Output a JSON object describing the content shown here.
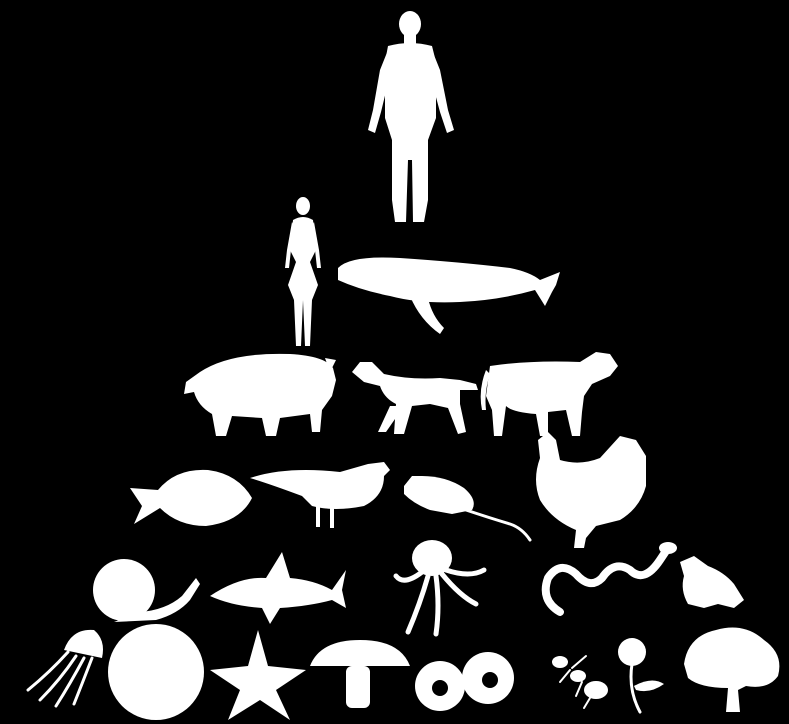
{
  "image": {
    "background": "#000000",
    "foreground": "#ffffff",
    "figures": [
      {
        "name": "human-man-silhouette",
        "tier": 1
      },
      {
        "name": "human-woman-silhouette",
        "tier": 2
      },
      {
        "name": "whale-silhouette",
        "tier": 2
      },
      {
        "name": "pig-silhouette",
        "tier": 3
      },
      {
        "name": "dog-silhouette",
        "tier": 3
      },
      {
        "name": "cow-silhouette",
        "tier": 3
      },
      {
        "name": "fish-silhouette",
        "tier": 4
      },
      {
        "name": "bird-silhouette",
        "tier": 4
      },
      {
        "name": "mouse-silhouette",
        "tier": 4
      },
      {
        "name": "chicken-silhouette",
        "tier": 4
      },
      {
        "name": "snail-silhouette",
        "tier": 5
      },
      {
        "name": "shark-silhouette",
        "tier": 5
      },
      {
        "name": "octopus-silhouette",
        "tier": 5
      },
      {
        "name": "snake-silhouette",
        "tier": 5
      },
      {
        "name": "frog-silhouette",
        "tier": 5
      },
      {
        "name": "jellyfish-silhouette",
        "tier": 6
      },
      {
        "name": "sponge-silhouette",
        "tier": 6
      },
      {
        "name": "starfish-silhouette",
        "tier": 6
      },
      {
        "name": "mushroom-silhouette",
        "tier": 6
      },
      {
        "name": "cells-silhouette",
        "tier": 6
      },
      {
        "name": "ant-silhouette",
        "tier": 6
      },
      {
        "name": "flower-silhouette",
        "tier": 6
      },
      {
        "name": "tree-silhouette",
        "tier": 6
      }
    ]
  }
}
